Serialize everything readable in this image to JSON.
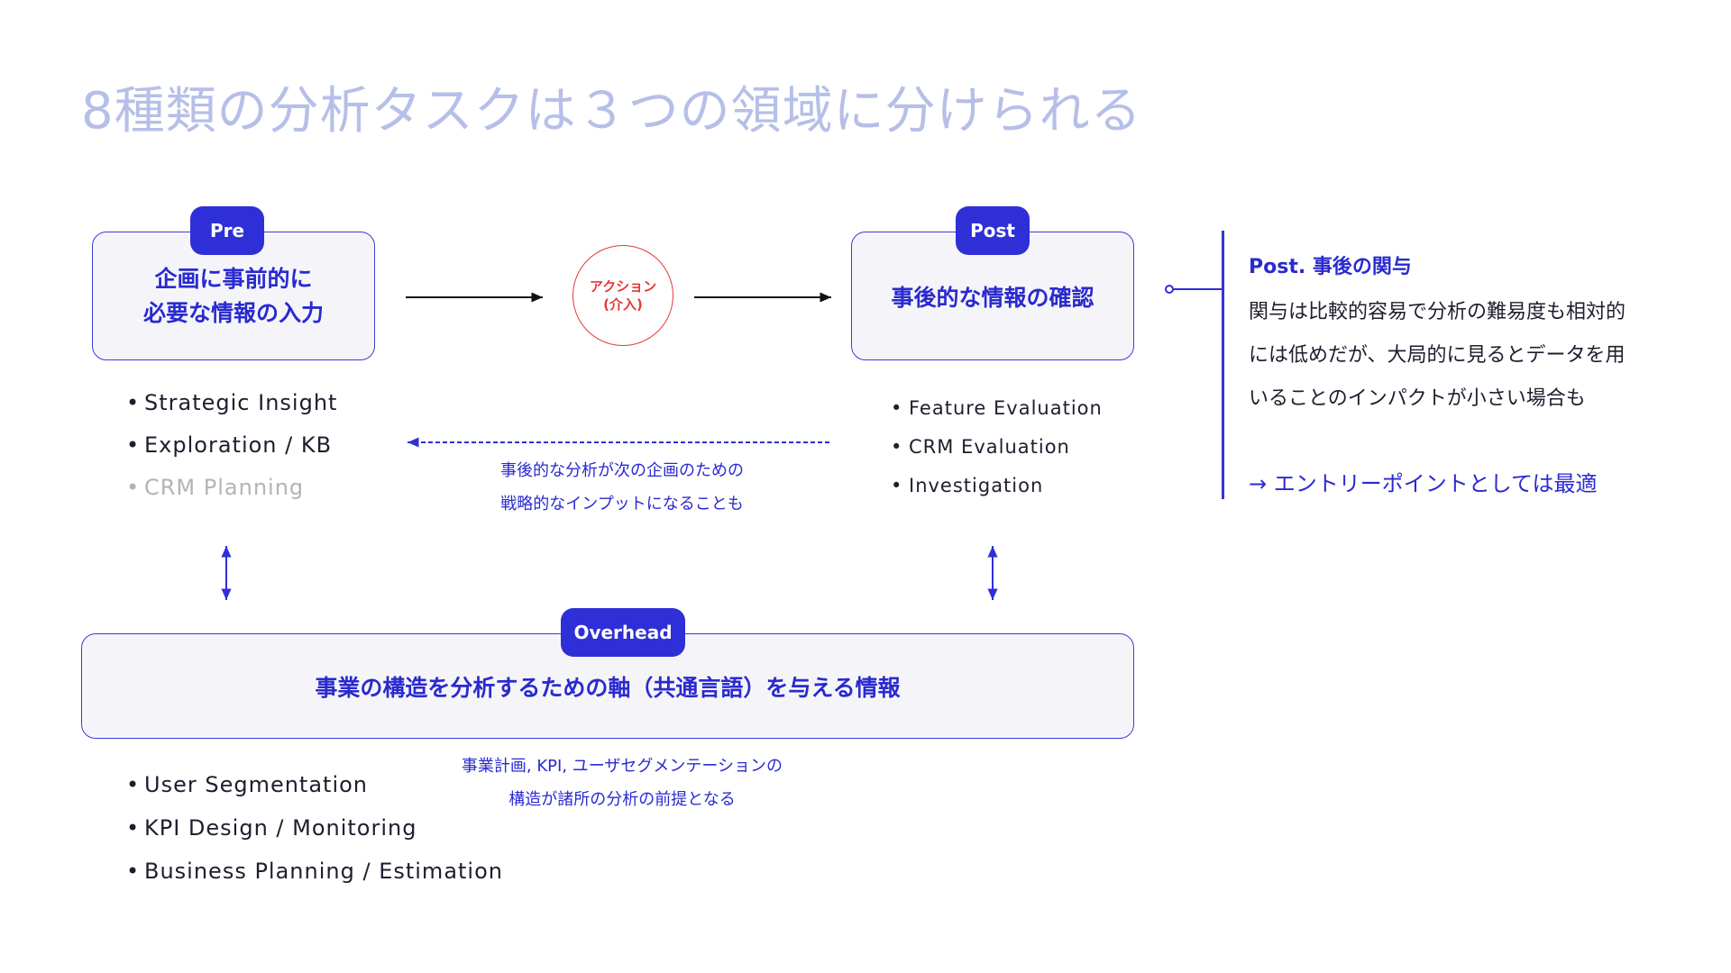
{
  "title": "8種類の分析タスクは３つの領域に分けられる",
  "pre": {
    "badge": "Pre",
    "lines": [
      "企画に事前的に",
      "必要な情報の入力"
    ],
    "items": [
      "Strategic Insight",
      "Exploration / KB",
      "CRM Planning"
    ]
  },
  "action": {
    "line1": "アクション",
    "line2": "(介入)"
  },
  "post": {
    "badge": "Post",
    "text": "事後的な情報の確認",
    "items": [
      "Feature Evaluation",
      "CRM Evaluation",
      "Investigation"
    ]
  },
  "feedback_note": {
    "line1": "事後的な分析が次の企画のための",
    "line2": "戦略的なインプットになることも"
  },
  "overhead": {
    "badge": "Overhead",
    "text": "事業の構造を分析するための軸（共通言語）を与える情報",
    "items": [
      "User Segmentation",
      "KPI Design / Monitoring",
      "Business Planning / Estimation"
    ],
    "note_line1": "事業計画, KPI, ユーザセグメンテーションの",
    "note_line2": "構造が諸所の分析の前提となる"
  },
  "side": {
    "title": "Post. 事後の関与",
    "body": [
      "関与は比較的容易で分析の難易度も相対的",
      "には低めだが、大局的に見るとデータを用",
      "いることのインパクトが小さい場合も"
    ],
    "link": "→ エントリーポイントとしては最適"
  },
  "colors": {
    "accent": "#2f2fd8",
    "title": "#b6bfe8",
    "action": "#e53935",
    "muted": "#b3b3b8",
    "box_bg": "#f5f5f9"
  }
}
